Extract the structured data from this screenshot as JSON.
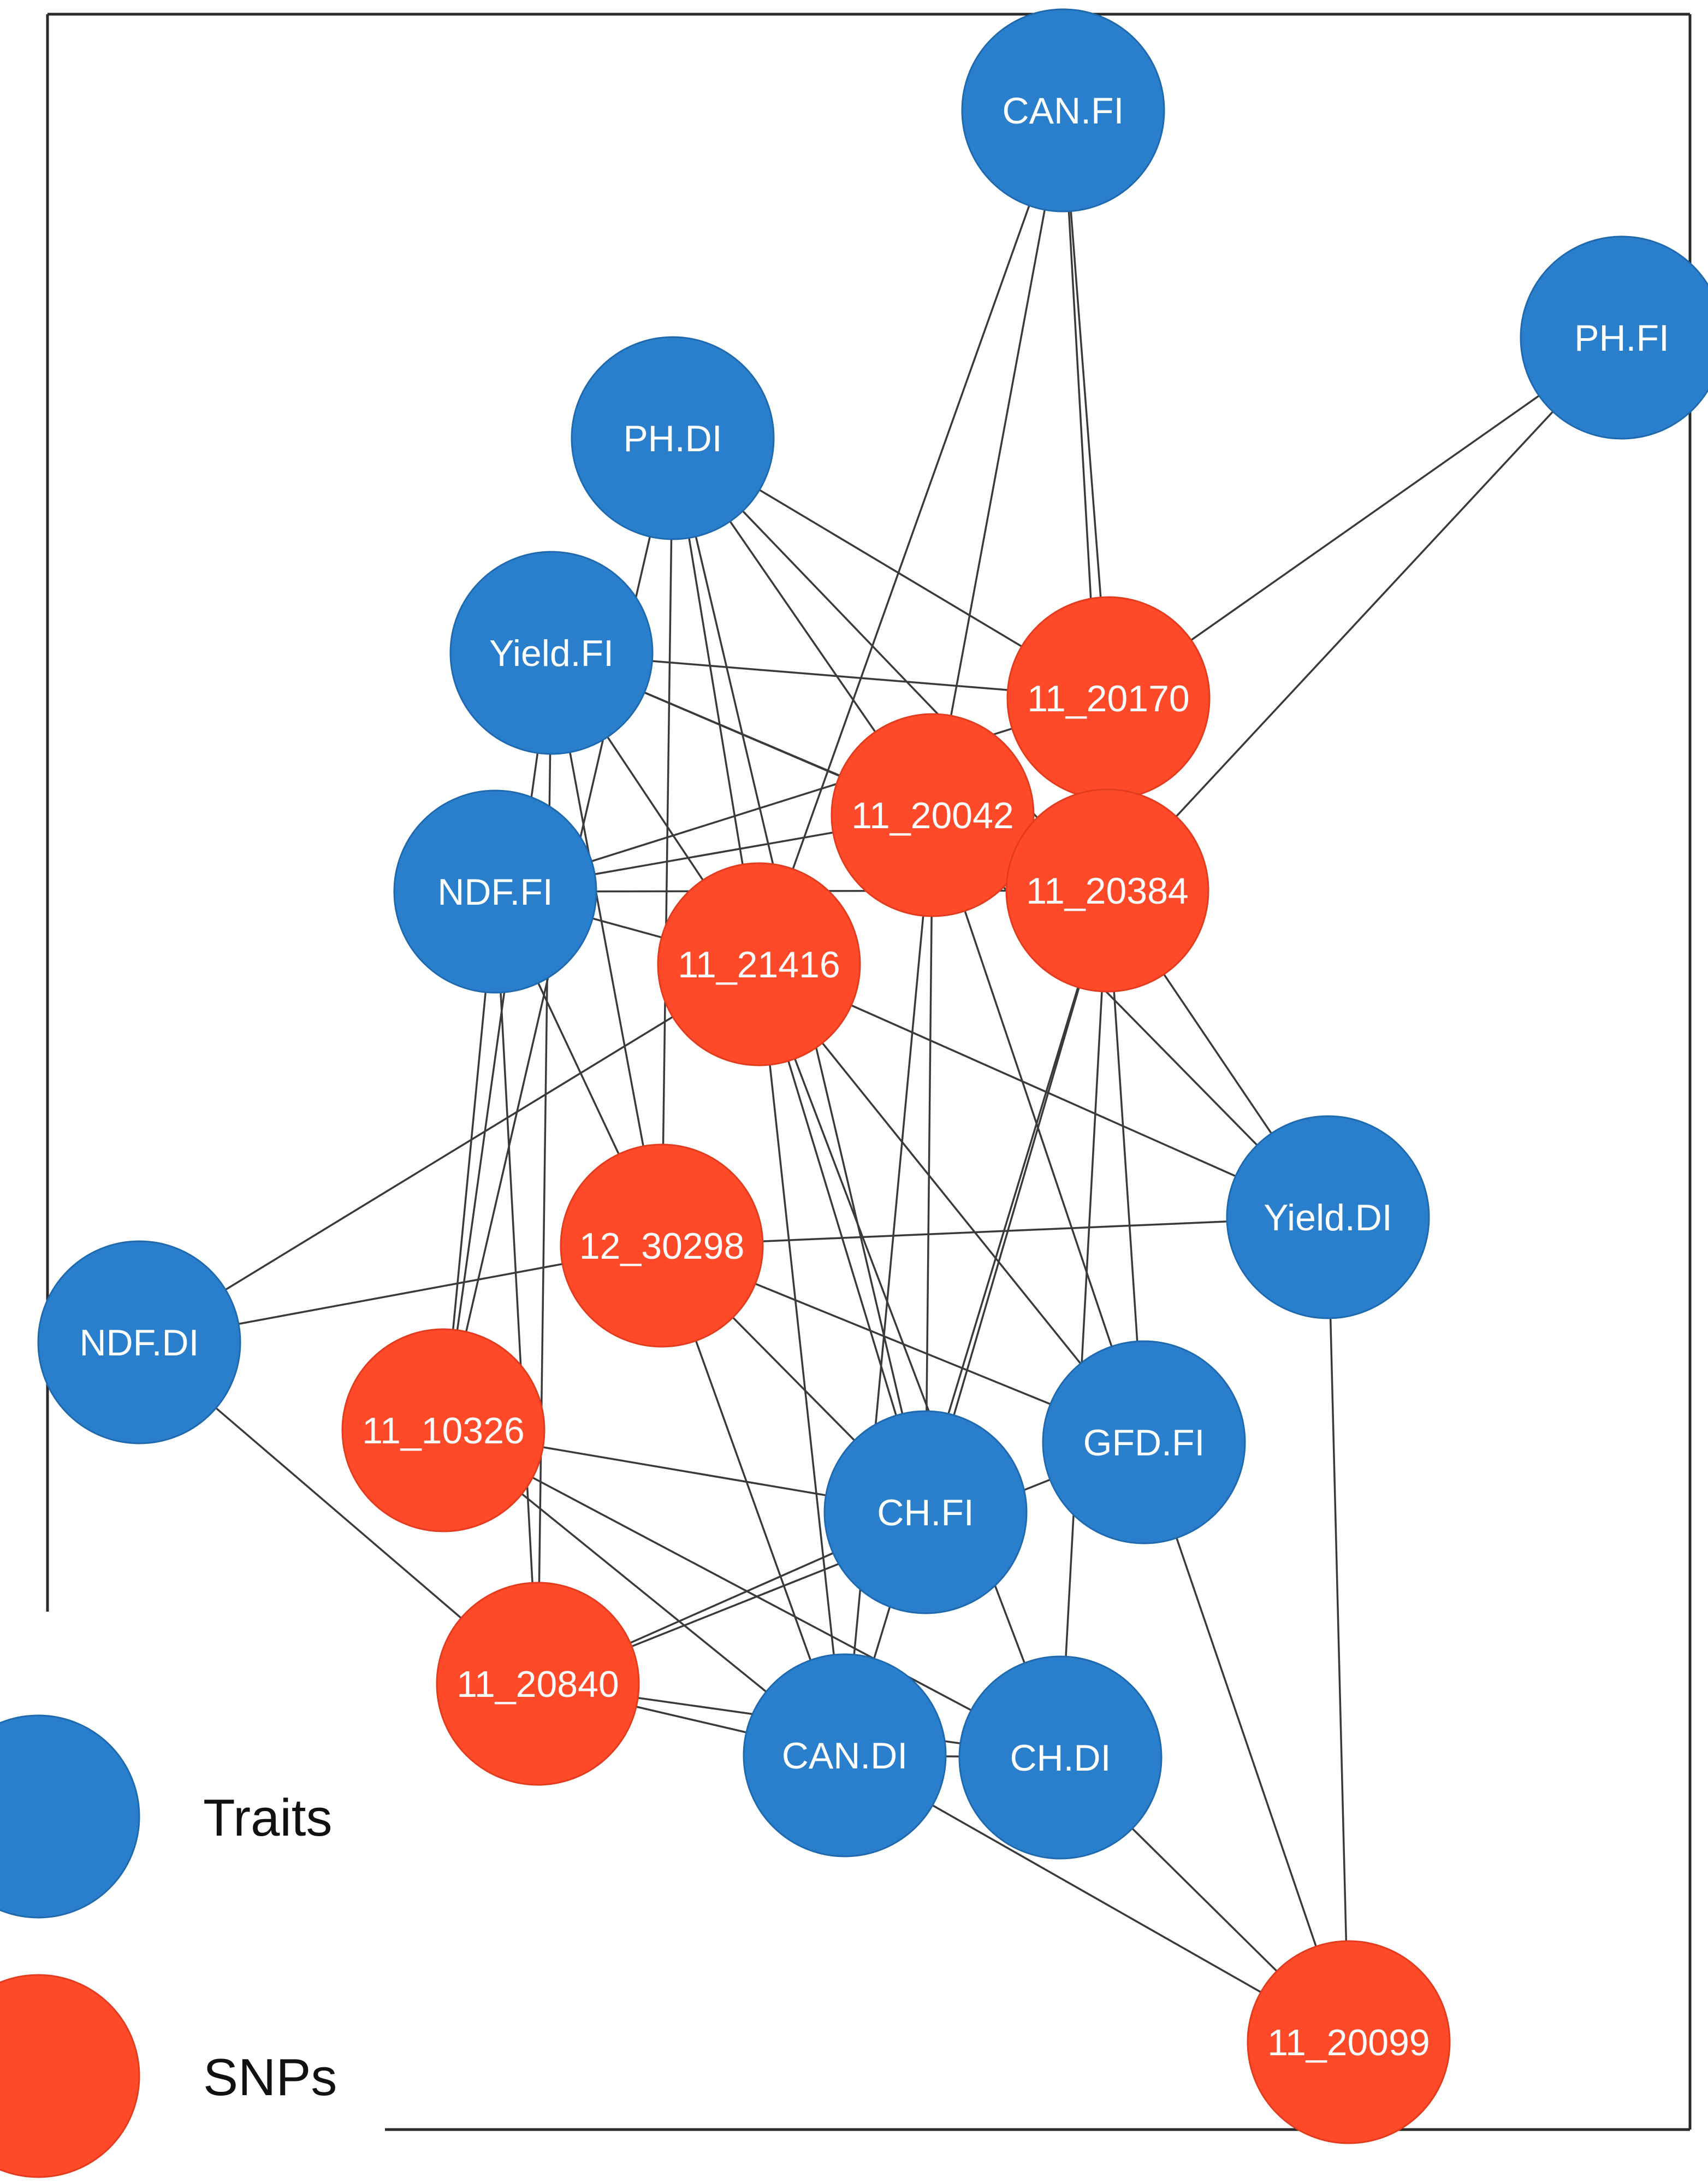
{
  "colors": {
    "trait": "#2A7FCC",
    "trait_stroke": "#1F6AAE",
    "snp": "#FF4A2A",
    "snp_stroke": "#E33B1E",
    "edge": "#3a3a3a"
  },
  "legend": {
    "traits_label": "Traits",
    "snps_label": "SNPs"
  },
  "nodes": [
    {
      "id": "CAN.FI",
      "label": "CAN.FI",
      "group": "trait"
    },
    {
      "id": "PH.FI",
      "label": "PH.FI",
      "group": "trait"
    },
    {
      "id": "PH.DI",
      "label": "PH.DI",
      "group": "trait"
    },
    {
      "id": "Yield.FI",
      "label": "Yield.FI",
      "group": "trait"
    },
    {
      "id": "NDF.FI",
      "label": "NDF.FI",
      "group": "trait"
    },
    {
      "id": "Yield.DI",
      "label": "Yield.DI",
      "group": "trait"
    },
    {
      "id": "NDF.DI",
      "label": "NDF.DI",
      "group": "trait"
    },
    {
      "id": "GFD.FI",
      "label": "GFD.FI",
      "group": "trait"
    },
    {
      "id": "CH.FI",
      "label": "CH.FI",
      "group": "trait"
    },
    {
      "id": "CAN.DI",
      "label": "CAN.DI",
      "group": "trait"
    },
    {
      "id": "CH.DI",
      "label": "CH.DI",
      "group": "trait"
    },
    {
      "id": "11_20170",
      "label": "11_20170",
      "group": "snp"
    },
    {
      "id": "11_20042",
      "label": "11_20042",
      "group": "snp"
    },
    {
      "id": "11_20384",
      "label": "11_20384",
      "group": "snp"
    },
    {
      "id": "11_21416",
      "label": "11_21416",
      "group": "snp"
    },
    {
      "id": "12_30298",
      "label": "12_30298",
      "group": "snp"
    },
    {
      "id": "11_10326",
      "label": "11_10326",
      "group": "snp"
    },
    {
      "id": "11_20840",
      "label": "11_20840",
      "group": "snp"
    },
    {
      "id": "11_20099",
      "label": "11_20099",
      "group": "snp"
    }
  ],
  "edges": [
    [
      "CAN.FI",
      "11_20170"
    ],
    [
      "CAN.FI",
      "11_20384"
    ],
    [
      "CAN.FI",
      "11_21416"
    ],
    [
      "CAN.FI",
      "11_20042"
    ],
    [
      "PH.FI",
      "11_20170"
    ],
    [
      "PH.FI",
      "11_20384"
    ],
    [
      "PH.DI",
      "11_20170"
    ],
    [
      "PH.DI",
      "11_20042"
    ],
    [
      "PH.DI",
      "11_20384"
    ],
    [
      "PH.DI",
      "11_21416"
    ],
    [
      "PH.DI",
      "12_30298"
    ],
    [
      "PH.DI",
      "11_10326"
    ],
    [
      "PH.DI",
      "CH.FI"
    ],
    [
      "Yield.FI",
      "11_20170"
    ],
    [
      "Yield.FI",
      "11_20042"
    ],
    [
      "Yield.FI",
      "11_20384"
    ],
    [
      "Yield.FI",
      "11_21416"
    ],
    [
      "Yield.FI",
      "12_30298"
    ],
    [
      "Yield.FI",
      "11_10326"
    ],
    [
      "Yield.FI",
      "11_20840"
    ],
    [
      "NDF.FI",
      "11_20042"
    ],
    [
      "NDF.FI",
      "11_20170"
    ],
    [
      "NDF.FI",
      "11_21416"
    ],
    [
      "NDF.FI",
      "11_20384"
    ],
    [
      "NDF.FI",
      "12_30298"
    ],
    [
      "NDF.FI",
      "11_10326"
    ],
    [
      "NDF.FI",
      "11_20840"
    ],
    [
      "Yield.DI",
      "11_20384"
    ],
    [
      "Yield.DI",
      "11_21416"
    ],
    [
      "Yield.DI",
      "12_30298"
    ],
    [
      "Yield.DI",
      "11_20099"
    ],
    [
      "Yield.DI",
      "11_20042"
    ],
    [
      "NDF.DI",
      "11_21416"
    ],
    [
      "NDF.DI",
      "12_30298"
    ],
    [
      "NDF.DI",
      "11_20840"
    ],
    [
      "GFD.FI",
      "11_20384"
    ],
    [
      "GFD.FI",
      "11_20042"
    ],
    [
      "GFD.FI",
      "11_21416"
    ],
    [
      "GFD.FI",
      "12_30298"
    ],
    [
      "GFD.FI",
      "11_20099"
    ],
    [
      "GFD.FI",
      "11_20840"
    ],
    [
      "CH.FI",
      "11_20384"
    ],
    [
      "CH.FI",
      "11_20042"
    ],
    [
      "CH.FI",
      "11_21416"
    ],
    [
      "CH.FI",
      "12_30298"
    ],
    [
      "CH.FI",
      "11_10326"
    ],
    [
      "CH.FI",
      "11_20840"
    ],
    [
      "CAN.DI",
      "11_20384"
    ],
    [
      "CAN.DI",
      "11_20042"
    ],
    [
      "CAN.DI",
      "11_21416"
    ],
    [
      "CAN.DI",
      "12_30298"
    ],
    [
      "CAN.DI",
      "11_10326"
    ],
    [
      "CAN.DI",
      "11_20840"
    ],
    [
      "CAN.DI",
      "11_20099"
    ],
    [
      "CH.DI",
      "11_20384"
    ],
    [
      "CH.DI",
      "11_21416"
    ],
    [
      "CH.DI",
      "11_10326"
    ],
    [
      "CH.DI",
      "11_20840"
    ],
    [
      "CH.DI",
      "11_20099"
    ],
    [
      "CH.DI",
      "CAN.DI"
    ],
    [
      "11_20042",
      "11_20384"
    ],
    [
      "11_20170",
      "11_20384"
    ]
  ]
}
